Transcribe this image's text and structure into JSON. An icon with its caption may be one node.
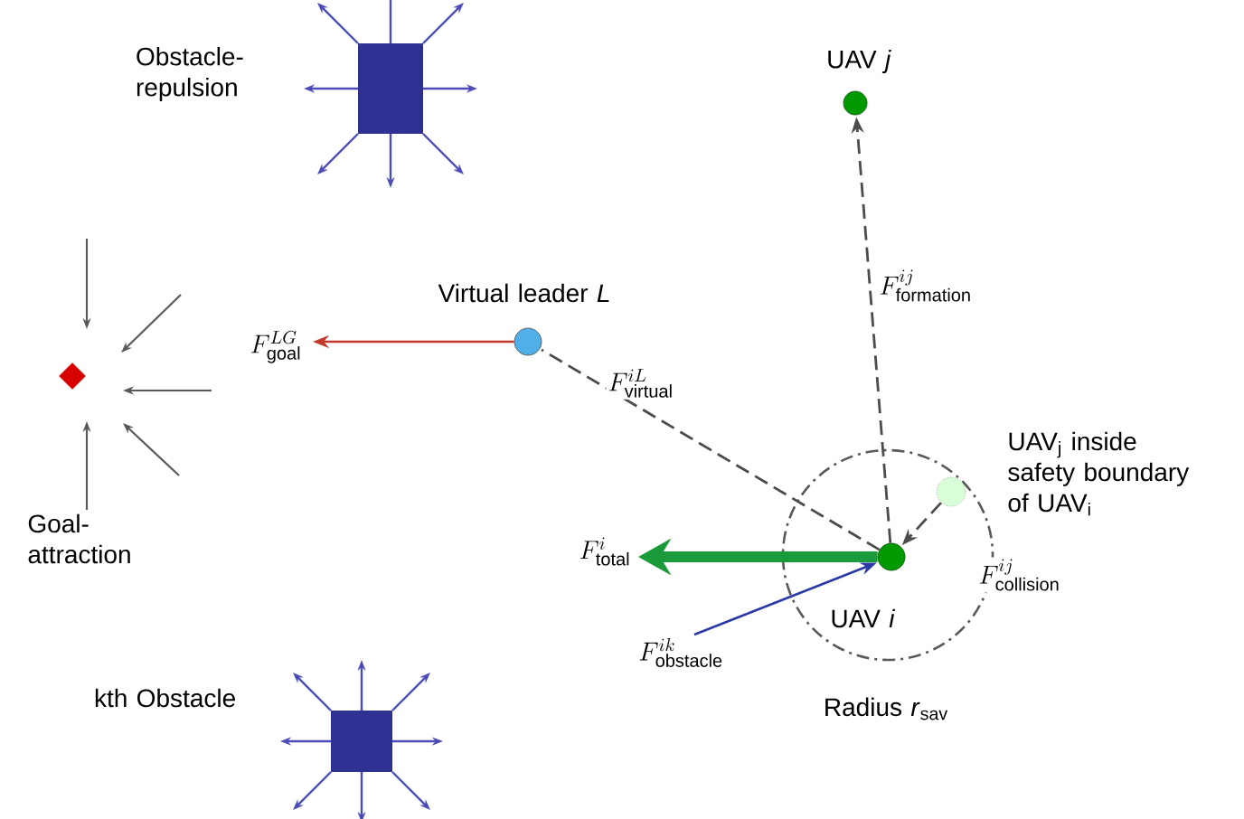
{
  "diagram": {
    "nodes": [
      {
        "text": [],
        "shape": "circle",
        "beside": [
          "UAV *j*"
        ]
      },
      {
        "text": [],
        "shape": "circle",
        "beside": [
          "Virtual leader *L*"
        ]
      },
      {
        "text": [],
        "shape": "circle",
        "beside": [
          "UAV *i*"
        ]
      },
      {
        "text": [],
        "shape": "circle",
        "beside": [
          "UAV$_{j}$ inside safety boundary of UAV$_{i}$"
        ]
      },
      {
        "text": [],
        "shape": "box"
      },
      {
        "text": [],
        "shape": "box",
        "beside": [
          "kth Obstacle"
        ]
      },
      {
        "text": [],
        "shape": "diamond"
      }
    ],
    "edges": [
      {
        "from": 2,
        "to": 0,
        "arrow": "to",
        "style": "dashed",
        "label": "F^{ij}_{\\mathrm{formation}}"
      },
      {
        "from": 2,
        "to": 1,
        "arrow": "none",
        "style": "dashed",
        "label": "F^{iL}_{\\mathrm{virtual}}"
      },
      {
        "from": 1,
        "to": null,
        "arrow": "to",
        "color": "#c0392b",
        "label": "F^{LG}_{\\mathrm{goal}}"
      },
      {
        "from": 3,
        "to": 2,
        "arrow": "to",
        "style": "dashed",
        "label": "F^{ij}_{\\mathrm{collision}}"
      },
      {
        "from": 2,
        "to": null,
        "arrow": "to",
        "style": "thick",
        "color": "#1a9a3a",
        "label": "F^{i}_{\\mathrm{total}}"
      },
      {
        "from": null,
        "to": 2,
        "arrow": "to",
        "color": "#2b3aa8",
        "label": "F^{ik}_{\\mathrm{obstacle}}"
      }
    ],
    "labels": [
      "Obstacle- repulsion",
      "Goal- attraction",
      "Radius *r*$_{sav}$"
    ]
  }
}
